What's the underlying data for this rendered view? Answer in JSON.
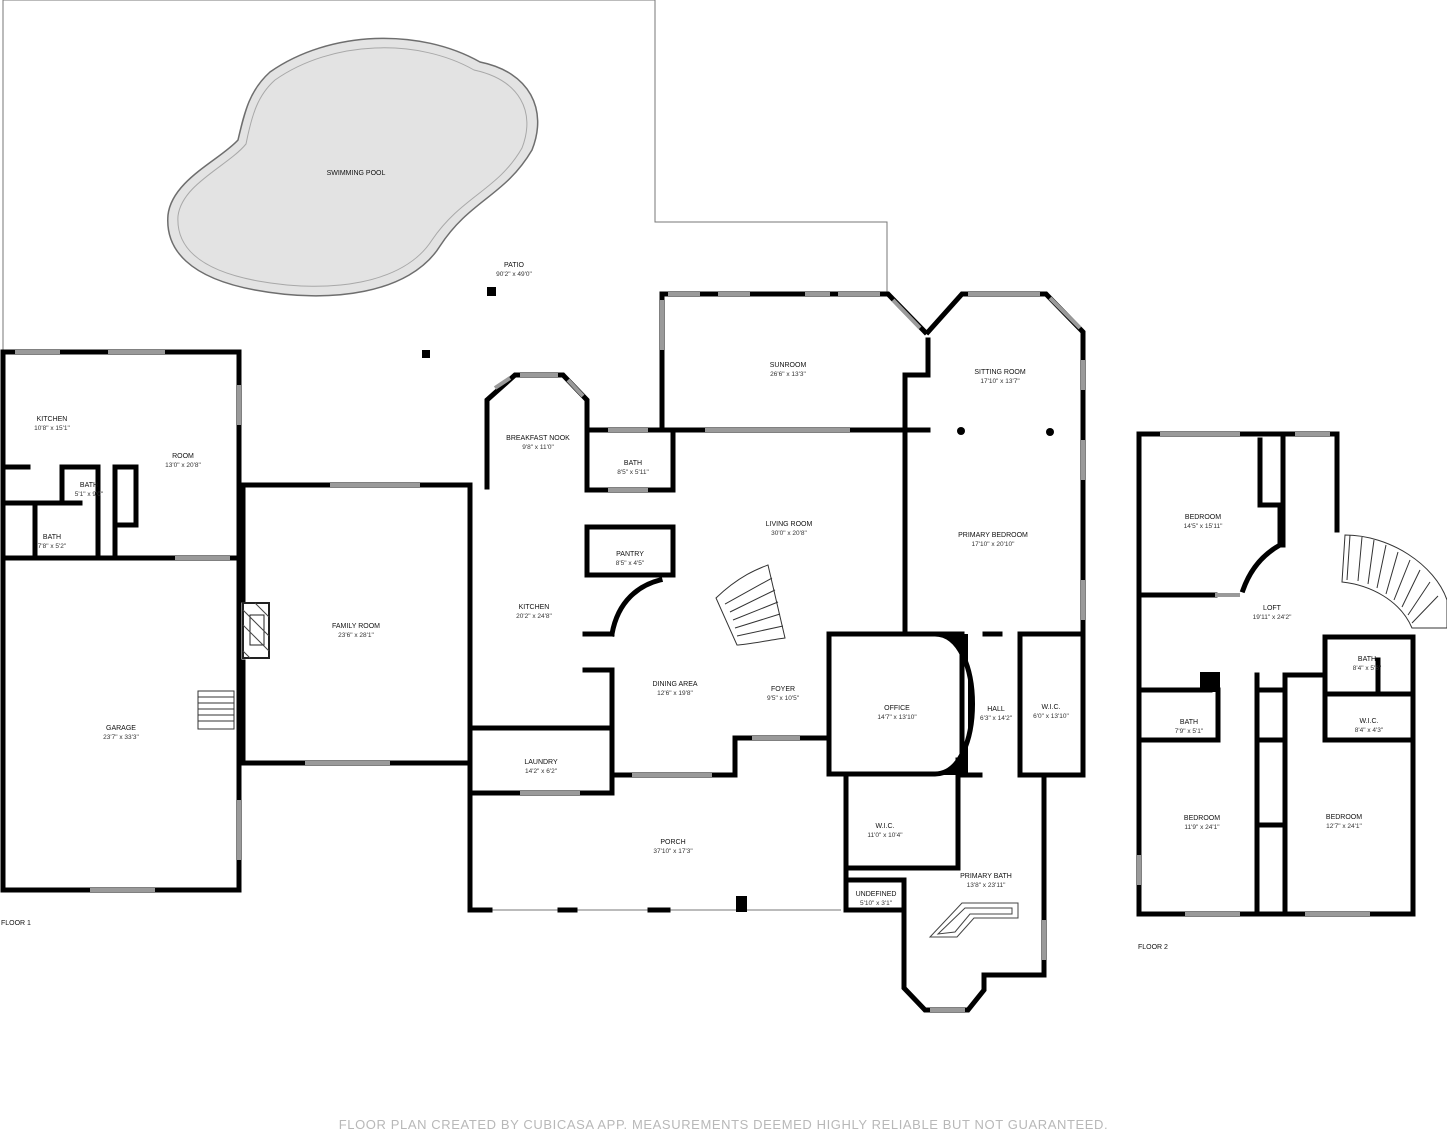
{
  "rooms": [
    {
      "id": "swimming-pool",
      "name": "SWIMMING POOL",
      "dim": ""
    },
    {
      "id": "patio",
      "name": "PATIO",
      "dim": "90'2\" x 49'0\""
    },
    {
      "id": "kitchen-guest",
      "name": "KITCHEN",
      "dim": "10'8\" x 15'1\""
    },
    {
      "id": "room",
      "name": "ROOM",
      "dim": "13'0\" x 20'8\""
    },
    {
      "id": "bath-guest-1",
      "name": "BATH",
      "dim": "5'1\" x 9'0\""
    },
    {
      "id": "bath-guest-2",
      "name": "BATH",
      "dim": "7'8\" x 5'2\""
    },
    {
      "id": "garage",
      "name": "GARAGE",
      "dim": "23'7\" x 33'3\""
    },
    {
      "id": "family-room",
      "name": "FAMILY ROOM",
      "dim": "23'6\" x 28'1\""
    },
    {
      "id": "breakfast-nook",
      "name": "BREAKFAST NOOK",
      "dim": "9'8\" x 11'0\""
    },
    {
      "id": "bath-main",
      "name": "BATH",
      "dim": "8'5\" x 5'11\""
    },
    {
      "id": "pantry",
      "name": "PANTRY",
      "dim": "8'5\" x 4'5\""
    },
    {
      "id": "kitchen-main",
      "name": "KITCHEN",
      "dim": "20'2\" x 24'8\""
    },
    {
      "id": "sunroom",
      "name": "SUNROOM",
      "dim": "26'6\" x 13'3\""
    },
    {
      "id": "living-room",
      "name": "LIVING ROOM",
      "dim": "30'0\" x 20'8\""
    },
    {
      "id": "sitting-room",
      "name": "SITTING ROOM",
      "dim": "17'10\" x 13'7\""
    },
    {
      "id": "primary-bedroom",
      "name": "PRIMARY BEDROOM",
      "dim": "17'10\" x 20'10\""
    },
    {
      "id": "dining-area",
      "name": "DINING AREA",
      "dim": "12'6\" x 19'8\""
    },
    {
      "id": "foyer",
      "name": "FOYER",
      "dim": "9'5\" x 10'5\""
    },
    {
      "id": "office",
      "name": "OFFICE",
      "dim": "14'7\" x 13'10\""
    },
    {
      "id": "hall",
      "name": "HALL",
      "dim": "6'3\" x 14'2\""
    },
    {
      "id": "wic-1",
      "name": "W.I.C.",
      "dim": "6'0\" x 13'10\""
    },
    {
      "id": "laundry",
      "name": "LAUNDRY",
      "dim": "14'2\" x 6'2\""
    },
    {
      "id": "porch",
      "name": "PORCH",
      "dim": "37'10\" x 17'3\""
    },
    {
      "id": "wic-2",
      "name": "W.I.C.",
      "dim": "11'0\" x 10'4\""
    },
    {
      "id": "primary-bath",
      "name": "PRIMARY BATH",
      "dim": "13'8\" x 23'11\""
    },
    {
      "id": "undefined",
      "name": "UNDEFINED",
      "dim": "5'10\" x 3'1\""
    },
    {
      "id": "bedroom-1",
      "name": "BEDROOM",
      "dim": "14'5\" x 15'11\""
    },
    {
      "id": "loft",
      "name": "LOFT",
      "dim": "19'11\" x 24'2\""
    },
    {
      "id": "bath-up-1",
      "name": "BATH",
      "dim": "8'4\" x 5'6\""
    },
    {
      "id": "wic-up",
      "name": "W.I.C.",
      "dim": "8'4\" x 4'3\""
    },
    {
      "id": "bath-up-2",
      "name": "BATH",
      "dim": "7'9\" x 5'1\""
    },
    {
      "id": "bedroom-2",
      "name": "BEDROOM",
      "dim": "11'9\" x 24'1\""
    },
    {
      "id": "bedroom-3",
      "name": "BEDROOM",
      "dim": "12'7\" x 24'1\""
    }
  ],
  "floors": {
    "floor1": "FLOOR 1",
    "floor2": "FLOOR 2"
  },
  "footer": "FLOOR PLAN CREATED BY CUBICASA APP. MEASUREMENTS DEEMED HIGHLY RELIABLE BUT NOT GUARANTEED.",
  "colors": {
    "wall": "#000000",
    "pool": "#e3e3e3",
    "footer": "#b8b8b8"
  }
}
